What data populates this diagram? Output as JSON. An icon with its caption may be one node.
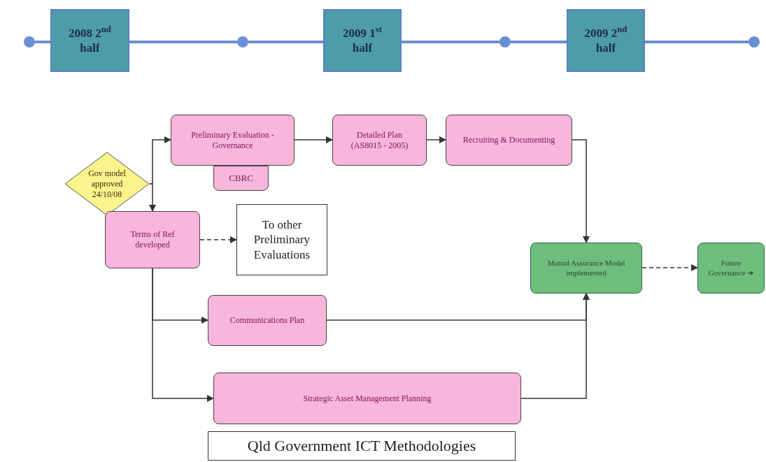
{
  "diagram": {
    "nodes": [
      {
        "text": [],
        "shape": "circle"
      },
      {
        "text": [
          "2008 2$^{nd}$ half"
        ]
      },
      {
        "text": [],
        "shape": "circle"
      },
      {
        "text": [
          "2009 1$^{st}$ half"
        ]
      },
      {
        "text": [],
        "shape": "circle"
      },
      {
        "text": [
          "2009 2$^{nd}$ half"
        ]
      },
      {
        "text": [],
        "shape": "circle"
      },
      {
        "text": [
          "Gov model approved 24/10/08"
        ]
      },
      {
        "text": [
          "Preliminary Evaluation - Governance"
        ]
      },
      {
        "text": [
          "CBRC"
        ]
      },
      {
        "text": [
          "Detailed Plan (AS8015 - 2005)"
        ]
      },
      {
        "text": [
          "Recruiting & Documenting"
        ]
      },
      {
        "text": [
          "Terms of Ref developed"
        ]
      },
      {
        "text": [
          "To other Preliminary Evaluations"
        ]
      },
      {
        "text": [
          "Mutual Assurance Model implemented"
        ]
      },
      {
        "text": [
          "Future Governance ➔"
        ]
      },
      {
        "text": [
          "Communications Plan"
        ]
      },
      {
        "text": [
          "Strategic Asset Management Planning"
        ]
      },
      {
        "text": [
          "Qld Government ICT Methodologies"
        ]
      }
    ],
    "edges": [
      {
        "from": 0,
        "to": 1,
        "arrow": "none",
        "color": "#6b8fd4",
        "style": "thick"
      },
      {
        "from": 1,
        "to": 2,
        "arrow": "none",
        "color": "#6b8fd4",
        "style": "thick"
      },
      {
        "from": 2,
        "to": 3,
        "arrow": "none",
        "color": "#6b8fd4",
        "style": "thick"
      },
      {
        "from": 3,
        "to": 4,
        "arrow": "none",
        "color": "#6b8fd4",
        "style": "thick"
      },
      {
        "from": 4,
        "to": 5,
        "arrow": "none",
        "color": "#6b8fd4",
        "style": "thick"
      },
      {
        "from": 5,
        "to": 6,
        "arrow": "none",
        "color": "#6b8fd4",
        "style": "thick"
      },
      {
        "from": 7,
        "to": 8,
        "arrow": "to"
      },
      {
        "from": 7,
        "to": 12,
        "arrow": "to"
      },
      {
        "from": 8,
        "to": 10,
        "arrow": "to"
      },
      {
        "from": 10,
        "to": 11,
        "arrow": "to"
      },
      {
        "from": 11,
        "to": 14,
        "arrow": "to"
      },
      {
        "from": 12,
        "to": 13,
        "arrow": "to",
        "style": "dashed"
      },
      {
        "from": 12,
        "to": 16,
        "arrow": "to"
      },
      {
        "from": 12,
        "to": 17,
        "arrow": "to"
      },
      {
        "from": 16,
        "to": 14,
        "arrow": "to"
      },
      {
        "from": 17,
        "to": 14,
        "arrow": "to"
      },
      {
        "from": 14,
        "to": 15,
        "arrow": "to",
        "style": "dashed"
      }
    ]
  }
}
